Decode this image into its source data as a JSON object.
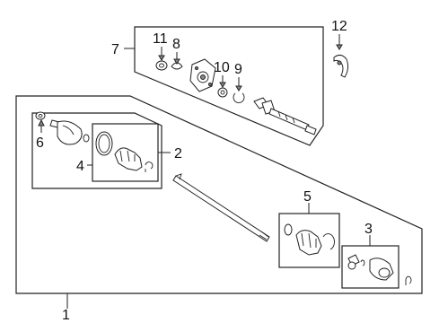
{
  "callouts": {
    "c1": "1",
    "c2": "2",
    "c3": "3",
    "c4": "4",
    "c5": "5",
    "c6": "6",
    "c7": "7",
    "c8": "8",
    "c9": "9",
    "c10": "10",
    "c11": "11",
    "c12": "12"
  },
  "colors": {
    "line": "#222222",
    "background": "#ffffff"
  }
}
